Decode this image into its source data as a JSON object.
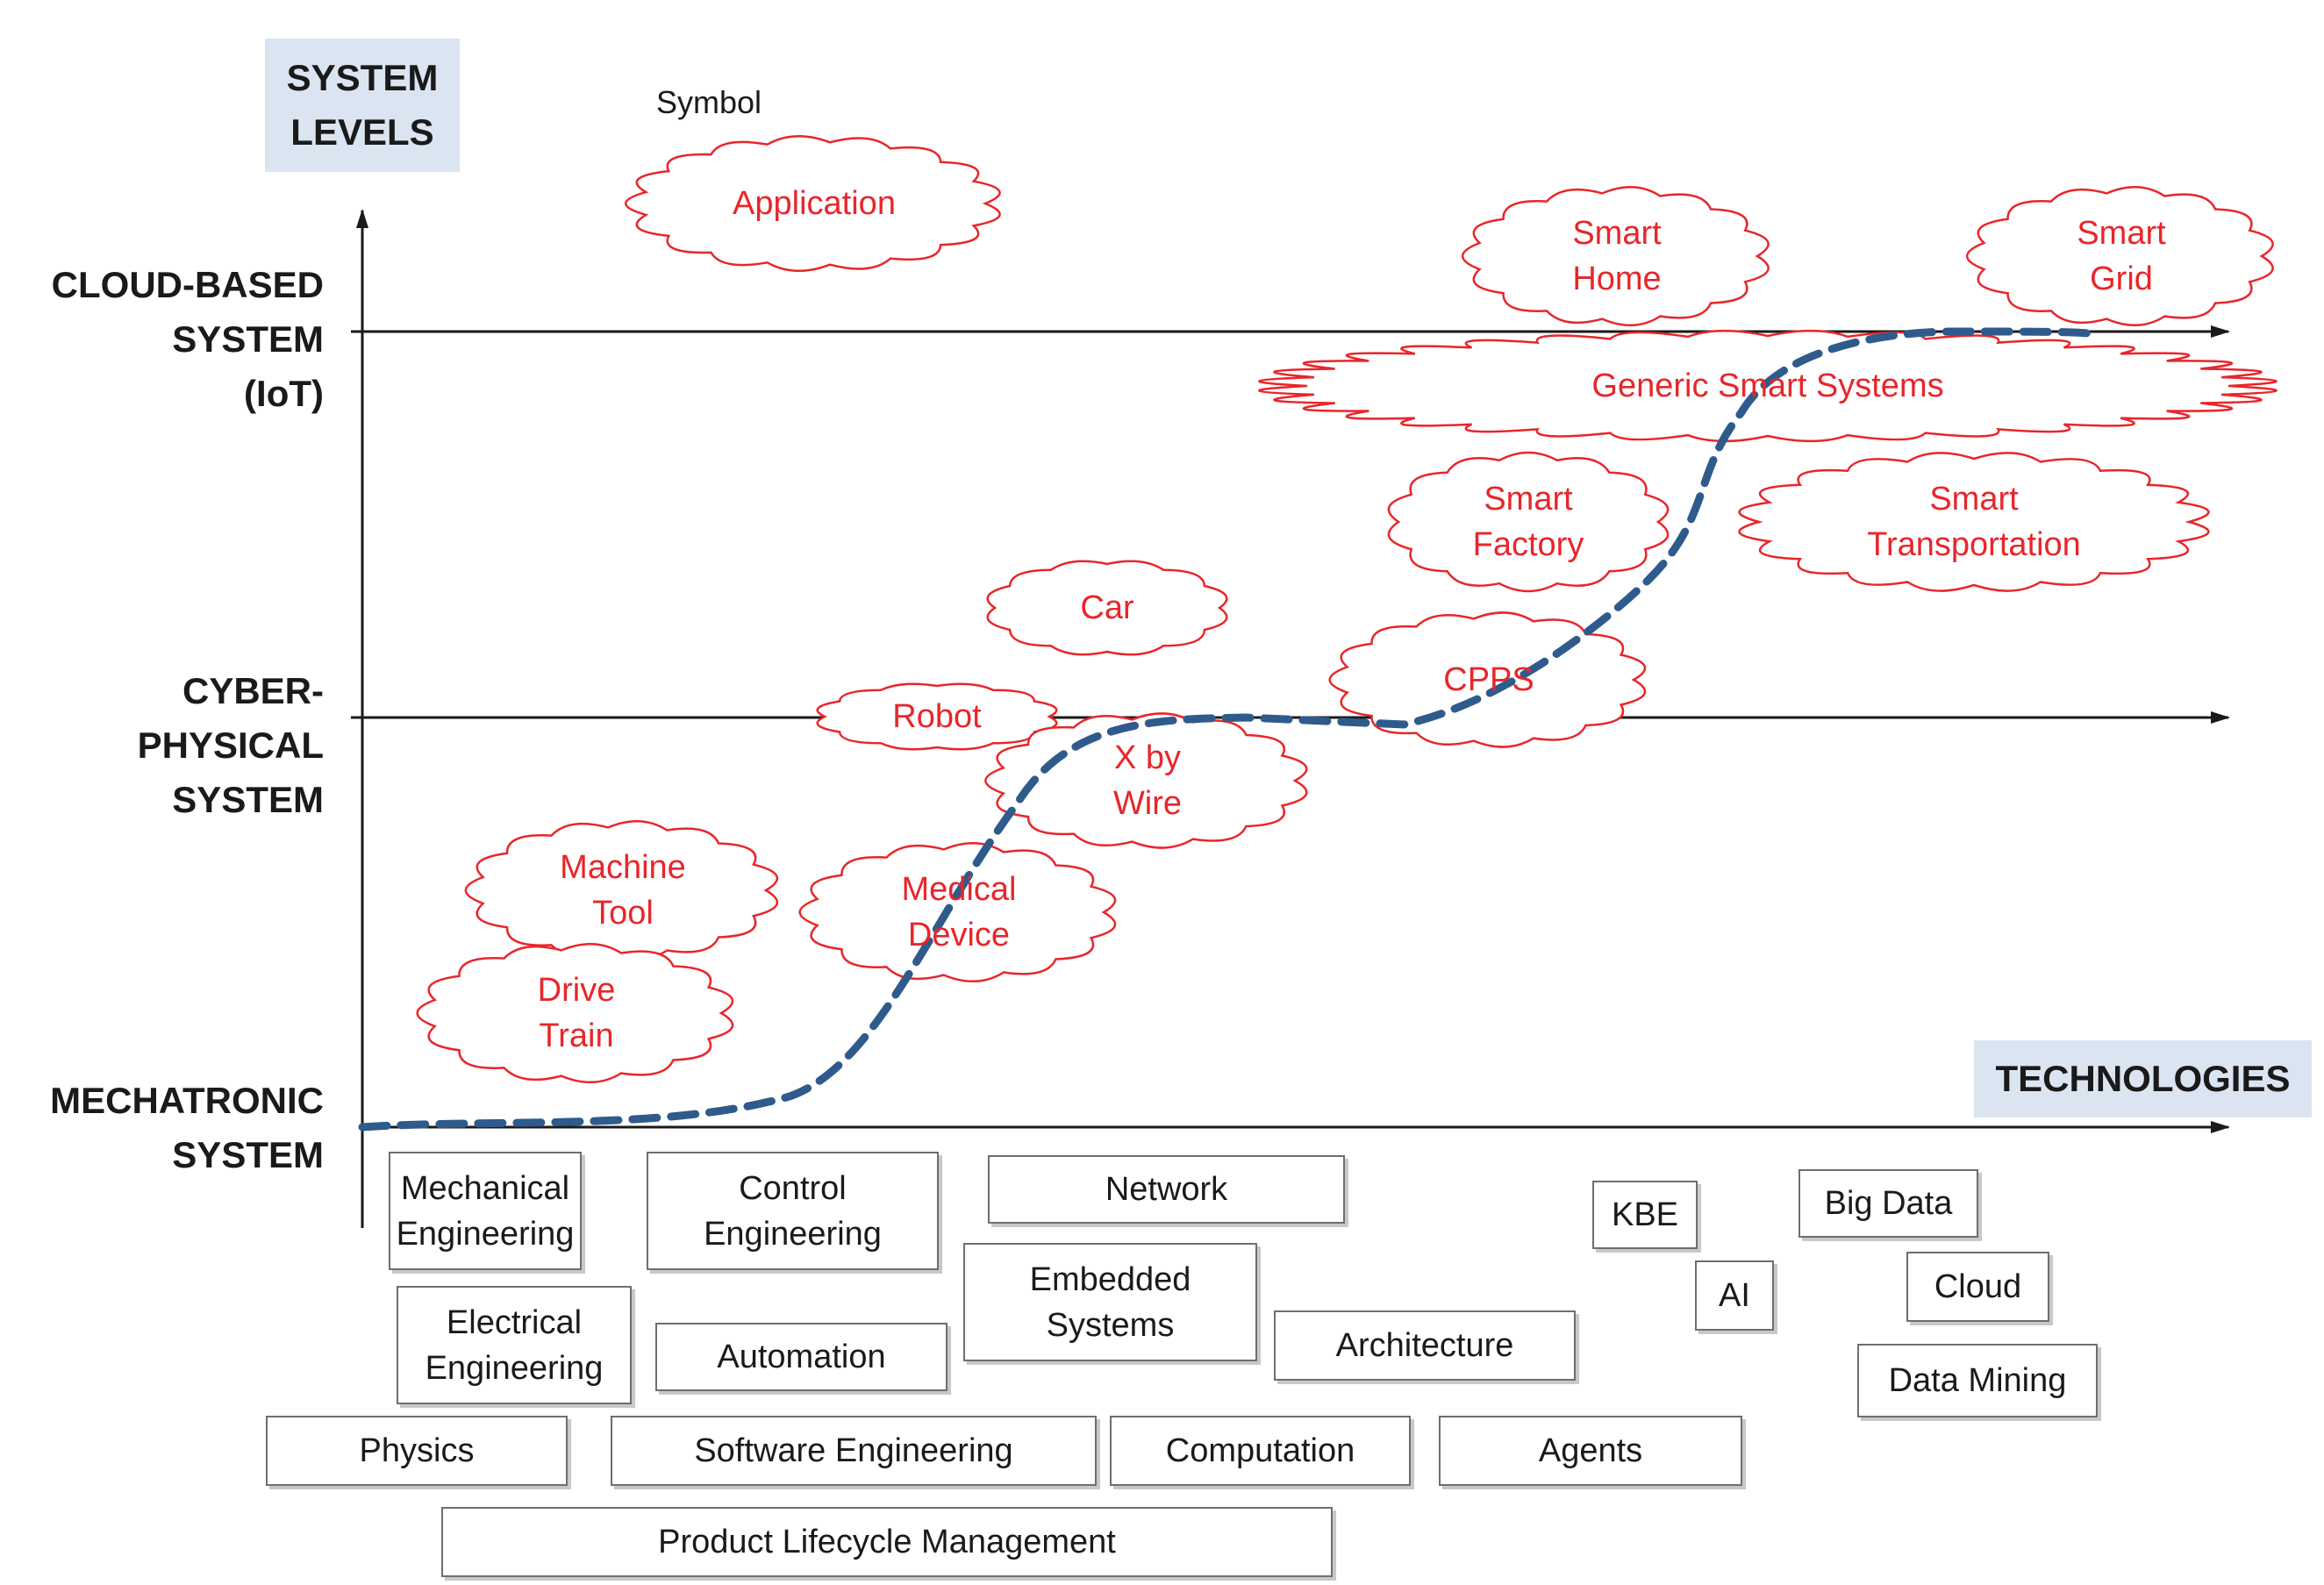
{
  "header": {
    "system_levels": [
      "SYSTEM",
      "LEVELS"
    ],
    "technologies": "TECHNOLOGIES",
    "symbol_legend": "Symbol"
  },
  "levels": [
    {
      "id": "cloud",
      "lines": [
        "CLOUD-BASED",
        "SYSTEM",
        "(IoT)"
      ]
    },
    {
      "id": "cps",
      "lines": [
        "CYBER-PHYSICAL",
        "SYSTEM"
      ]
    },
    {
      "id": "mechatronic",
      "lines": [
        "MECHATRONIC",
        "SYSTEM"
      ]
    }
  ],
  "applications": [
    {
      "id": "application",
      "lines": [
        "Application"
      ]
    },
    {
      "id": "smart-home",
      "lines": [
        "Smart",
        "Home"
      ]
    },
    {
      "id": "smart-grid",
      "lines": [
        "Smart",
        "Grid"
      ]
    },
    {
      "id": "generic-smart-systems",
      "lines": [
        "Generic Smart Systems"
      ]
    },
    {
      "id": "smart-factory",
      "lines": [
        "Smart",
        "Factory"
      ]
    },
    {
      "id": "smart-transportation",
      "lines": [
        "Smart",
        "Transportation"
      ]
    },
    {
      "id": "car",
      "lines": [
        "Car"
      ]
    },
    {
      "id": "cpps",
      "lines": [
        "CPPS"
      ]
    },
    {
      "id": "robot",
      "lines": [
        "Robot"
      ]
    },
    {
      "id": "x-by-wire",
      "lines": [
        "X by",
        "Wire"
      ]
    },
    {
      "id": "machine-tool",
      "lines": [
        "Machine",
        "Tool"
      ]
    },
    {
      "id": "medical-device",
      "lines": [
        "Medical",
        "Device"
      ]
    },
    {
      "id": "drive-train",
      "lines": [
        "Drive",
        "Train"
      ]
    }
  ],
  "technologies": [
    {
      "id": "mechanical-engineering",
      "lines": [
        "Mechanical",
        "Engineering"
      ]
    },
    {
      "id": "control-engineering",
      "lines": [
        "Control",
        "Engineering"
      ]
    },
    {
      "id": "network",
      "lines": [
        "Network"
      ]
    },
    {
      "id": "kbe",
      "lines": [
        "KBE"
      ]
    },
    {
      "id": "big-data",
      "lines": [
        "Big Data"
      ]
    },
    {
      "id": "embedded-systems",
      "lines": [
        "Embedded",
        "Systems"
      ]
    },
    {
      "id": "ai",
      "lines": [
        "AI"
      ]
    },
    {
      "id": "cloud",
      "lines": [
        "Cloud"
      ]
    },
    {
      "id": "electrical-engineering",
      "lines": [
        "Electrical",
        "Engineering"
      ]
    },
    {
      "id": "automation",
      "lines": [
        "Automation"
      ]
    },
    {
      "id": "architecture",
      "lines": [
        "Architecture"
      ]
    },
    {
      "id": "data-mining",
      "lines": [
        "Data Mining"
      ]
    },
    {
      "id": "physics",
      "lines": [
        "Physics"
      ]
    },
    {
      "id": "software-engineering",
      "lines": [
        "Software Engineering"
      ]
    },
    {
      "id": "computation",
      "lines": [
        "Computation"
      ]
    },
    {
      "id": "agents",
      "lines": [
        "Agents"
      ]
    },
    {
      "id": "product-lifecycle-management",
      "lines": [
        "Product Lifecycle Management"
      ]
    }
  ],
  "colors": {
    "axis": "#1a1a1a",
    "cloud_outline": "#e8262a",
    "cloud_text": "#e8262a",
    "trend_line": "#2f5b8c",
    "header_fill": "#dbe5f1",
    "box_border": "#6e6e6e"
  }
}
